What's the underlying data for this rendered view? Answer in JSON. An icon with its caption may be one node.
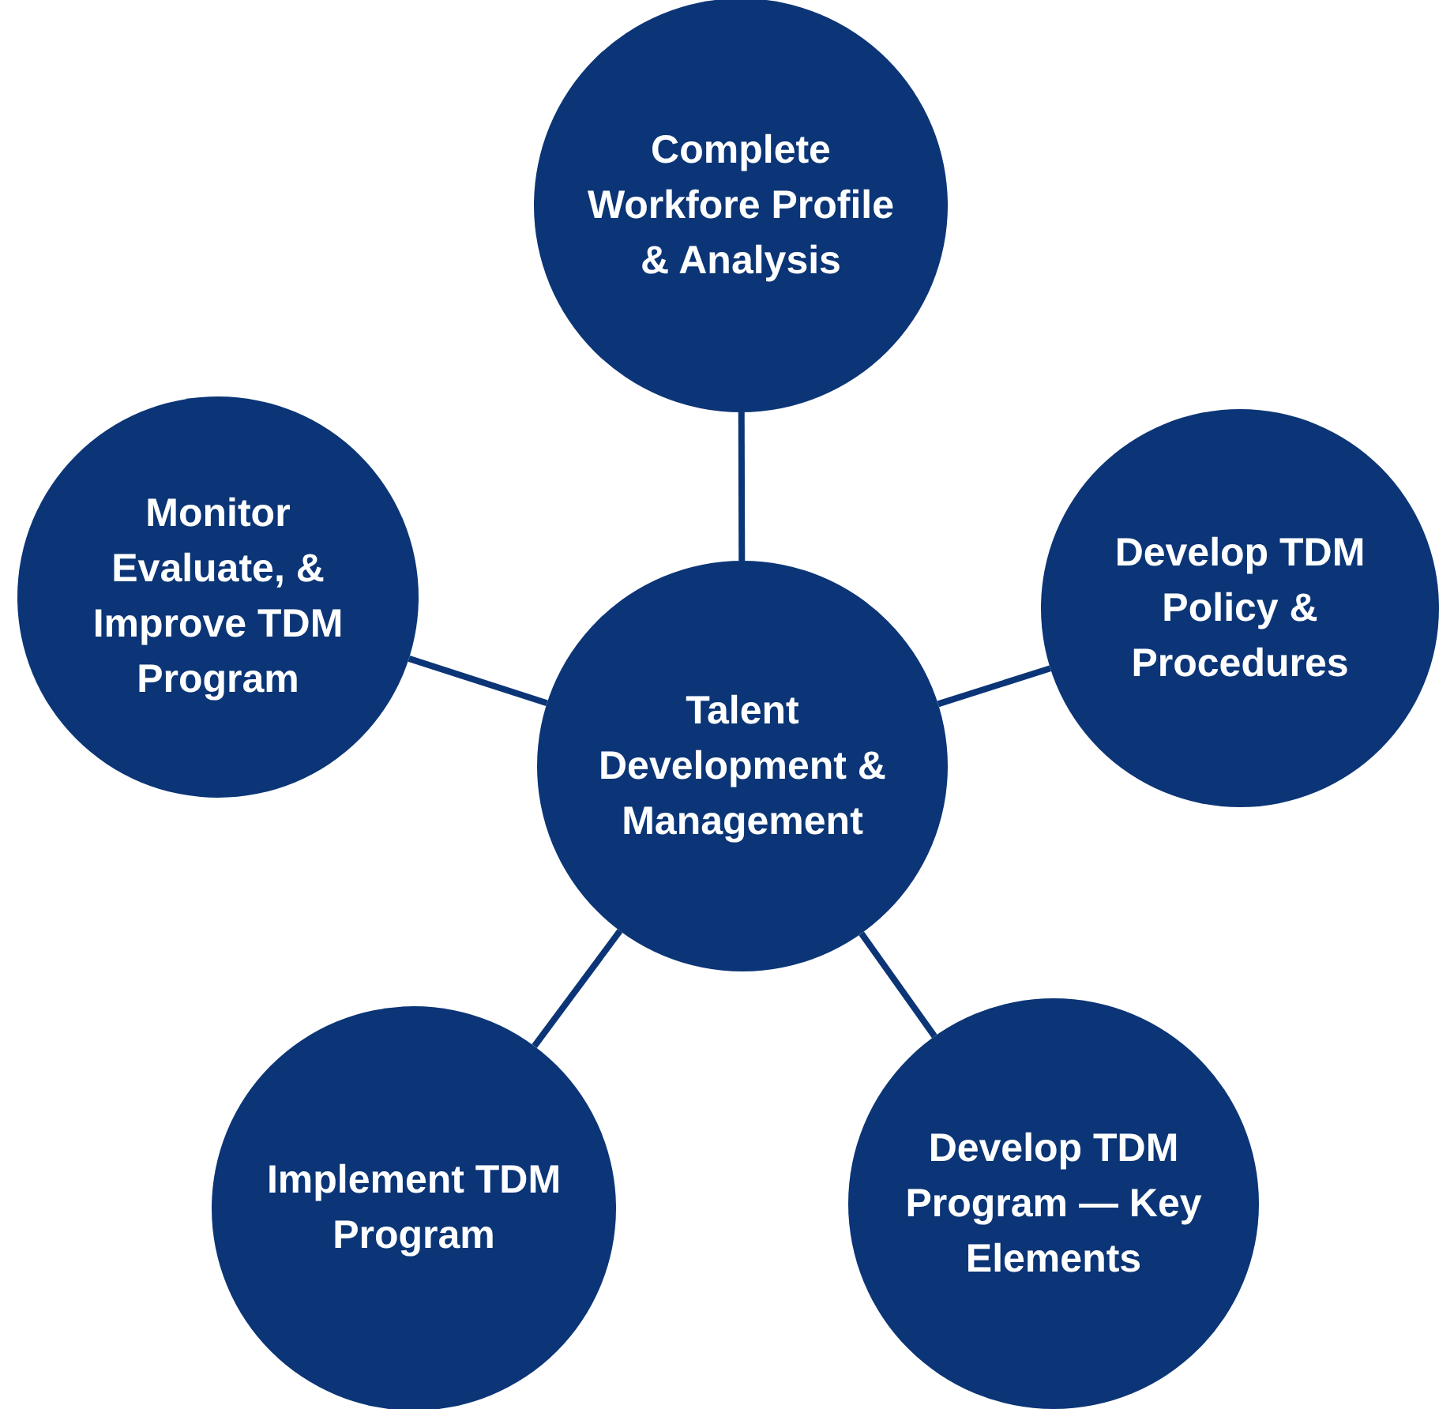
{
  "diagram": {
    "nodes": [
      {
        "text": [
          "Complete Workfore Profile & Analysis"
        ]
      },
      {
        "text": [
          "Monitor Evaluate, & Improve TDM Program"
        ]
      },
      {
        "text": [
          "Develop TDM Policy & Procedures"
        ]
      },
      {
        "text": [
          "Talent Development & Management"
        ]
      },
      {
        "text": [
          "Implement TDM Program"
        ]
      },
      {
        "text": [
          "Develop TDM Program — Key Elements"
        ]
      }
    ],
    "edges": [
      {
        "from": 3,
        "to": 0,
        "arrow": "none"
      },
      {
        "from": 3,
        "to": 1,
        "arrow": "none"
      },
      {
        "from": 3,
        "to": 2,
        "arrow": "none"
      },
      {
        "from": 3,
        "to": 4,
        "arrow": "none"
      },
      {
        "from": 3,
        "to": 5,
        "arrow": "none"
      }
    ]
  }
}
